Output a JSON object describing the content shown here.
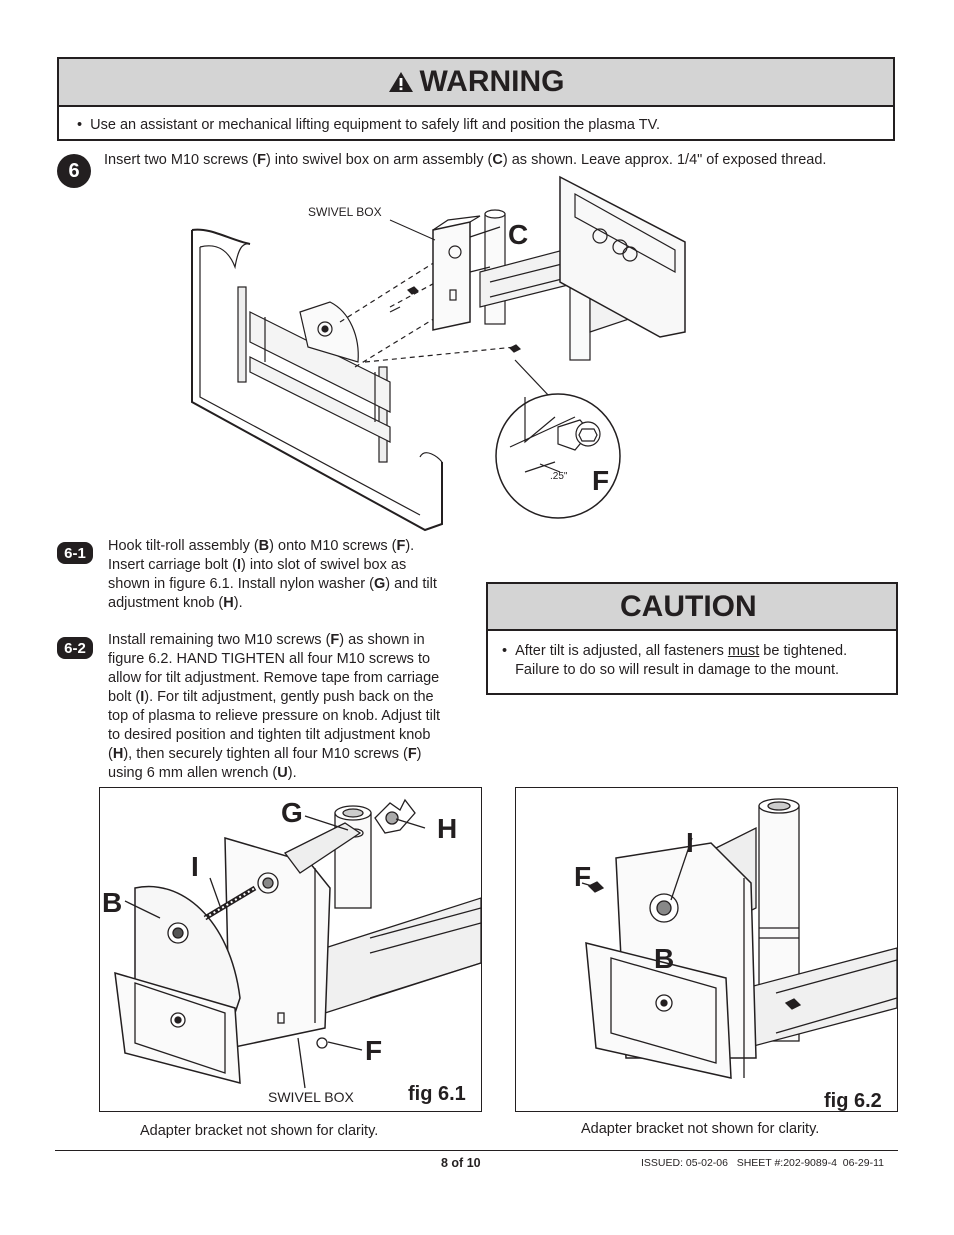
{
  "warning": {
    "title": "WARNING",
    "bullet": "•",
    "text": "Use an assistant or mechanical lifting equipment to safely lift and position the plasma TV."
  },
  "step6": {
    "number": "6",
    "parts": [
      "Insert two M10 screws (",
      "F",
      ") into swivel box on arm assembly (",
      "C",
      ") as shown. Leave approx. 1/4\" of exposed thread."
    ]
  },
  "figure6": {
    "swivel_box_label": "SWIVEL BOX",
    "label_c": "C",
    "label_f": "F",
    "thread_label": ".25\""
  },
  "step6_1": {
    "number": "6-1",
    "lines": [
      [
        "Hook tilt-roll assembly (",
        "B",
        ") onto M10 screws (",
        "F",
        ")."
      ],
      [
        "Insert carriage bolt (",
        "I",
        ") into slot of swivel box as"
      ],
      [
        "shown in figure 6.1. Install nylon washer (",
        "G",
        ") and tilt"
      ],
      [
        "adjustment knob (",
        "H",
        ")."
      ]
    ]
  },
  "step6_2": {
    "number": "6-2",
    "lines": [
      [
        "Install remaining two M10 screws (",
        "F",
        ") as shown in"
      ],
      [
        "figure 6.2. HAND TIGHTEN all four M10 screws to"
      ],
      [
        "allow for tilt adjustment. Remove tape from carriage"
      ],
      [
        "bolt (",
        "I",
        "). For tilt adjustment, gently push back on the"
      ],
      [
        "top of plasma to relieve pressure on knob. Adjust tilt"
      ],
      [
        "to desired position and tighten tilt adjustment knob"
      ],
      [
        "(",
        "H",
        "), then securely tighten all four M10 screws (",
        "F",
        ")"
      ],
      [
        "using 6 mm allen wrench (",
        "U",
        ")."
      ]
    ]
  },
  "caution": {
    "title": "CAUTION",
    "bullet": "•",
    "line1_pre": "After tilt is adjusted, all fasteners ",
    "line1_u": "must",
    "line1_post": " be tightened.",
    "line2": "Failure to do so will result in damage to the mount."
  },
  "fig61": {
    "label_g": "G",
    "label_h": "H",
    "label_i": "I",
    "label_b": "B",
    "label_f": "F",
    "swivel_box_label": "SWIVEL BOX",
    "fig_label": "fig 6.1",
    "caption": "Adapter bracket not shown for clarity."
  },
  "fig62": {
    "label_i": "I",
    "label_f": "F",
    "label_b": "B",
    "fig_label": "fig 6.2",
    "caption": "Adapter bracket not shown for clarity."
  },
  "footer": {
    "page": "8 of 10",
    "issued": "ISSUED: 05-02-06   SHEET #:202-9089-4  06-29-11"
  }
}
